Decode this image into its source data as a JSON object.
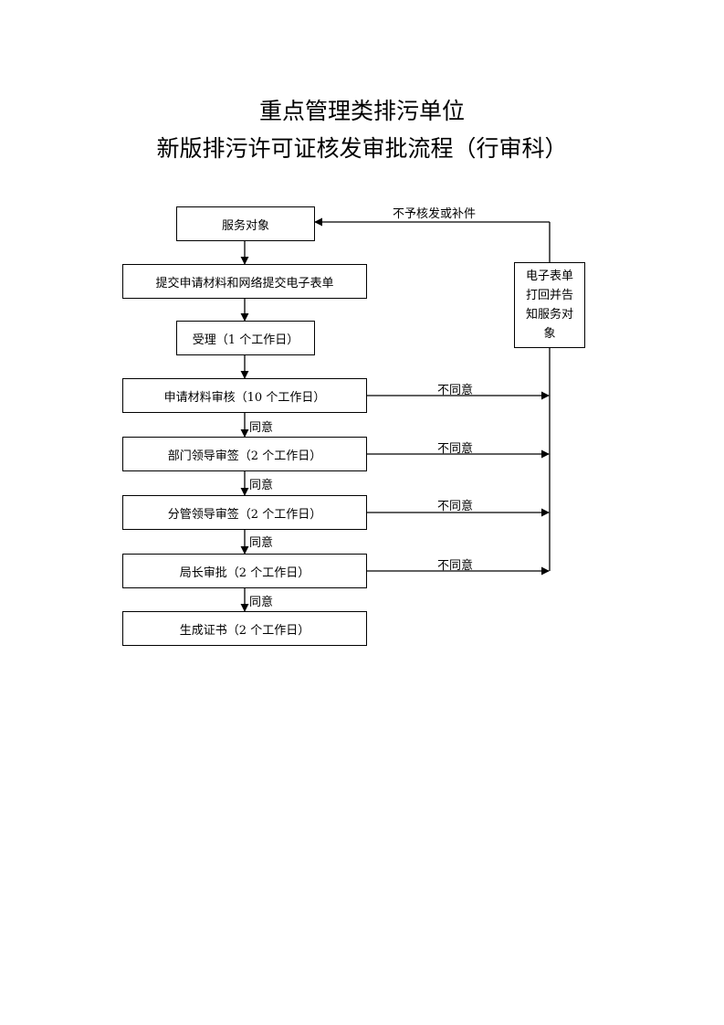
{
  "title": {
    "line1": "重点管理类排污单位",
    "line2": "新版排污许可证核发审批流程（行审科）"
  },
  "steps": [
    {
      "label": "服务对象"
    },
    {
      "label": "提交申请材料和网络提交电子表单"
    },
    {
      "label": "受理（1 个工作日）"
    },
    {
      "label": "申请材料审核（10 个工作日）"
    },
    {
      "label": "部门领导审签（2 个工作日）"
    },
    {
      "label": "分管领导审签（2 个工作日）"
    },
    {
      "label": "局长审批（2 个工作日）"
    },
    {
      "label": "生成证书（2 个工作日）"
    }
  ],
  "side_box": {
    "lines": [
      "电子表单",
      "打回并告",
      "知服务对",
      "象"
    ]
  },
  "labels": {
    "return": "不予核发或补件",
    "agree": "同意",
    "disagree": "不同意"
  }
}
